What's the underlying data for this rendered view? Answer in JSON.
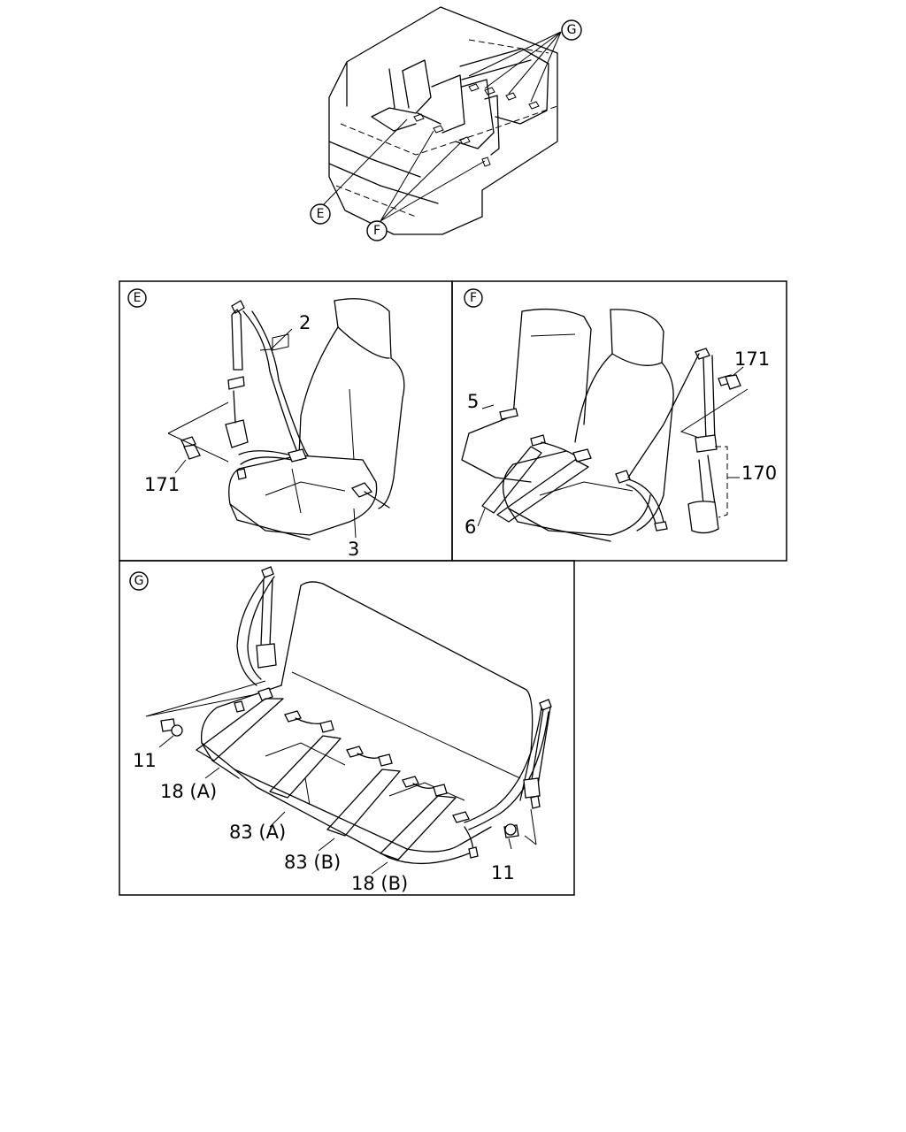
{
  "callouts": {
    "E": "E",
    "F": "F",
    "G": "G"
  },
  "panel_e": {
    "tag": "E",
    "labels": {
      "p2": "2",
      "p171": "171",
      "p3": "3"
    }
  },
  "panel_f": {
    "tag": "F",
    "labels": {
      "p171": "171",
      "p5": "5",
      "p170": "170",
      "p6": "6"
    }
  },
  "panel_g": {
    "tag": "G",
    "labels": {
      "p11a": "11",
      "p18a": "18 (A)",
      "p83a": "83 (A)",
      "p83b": "83 (B)",
      "p18b": "18 (B)",
      "p11b": "11"
    }
  }
}
